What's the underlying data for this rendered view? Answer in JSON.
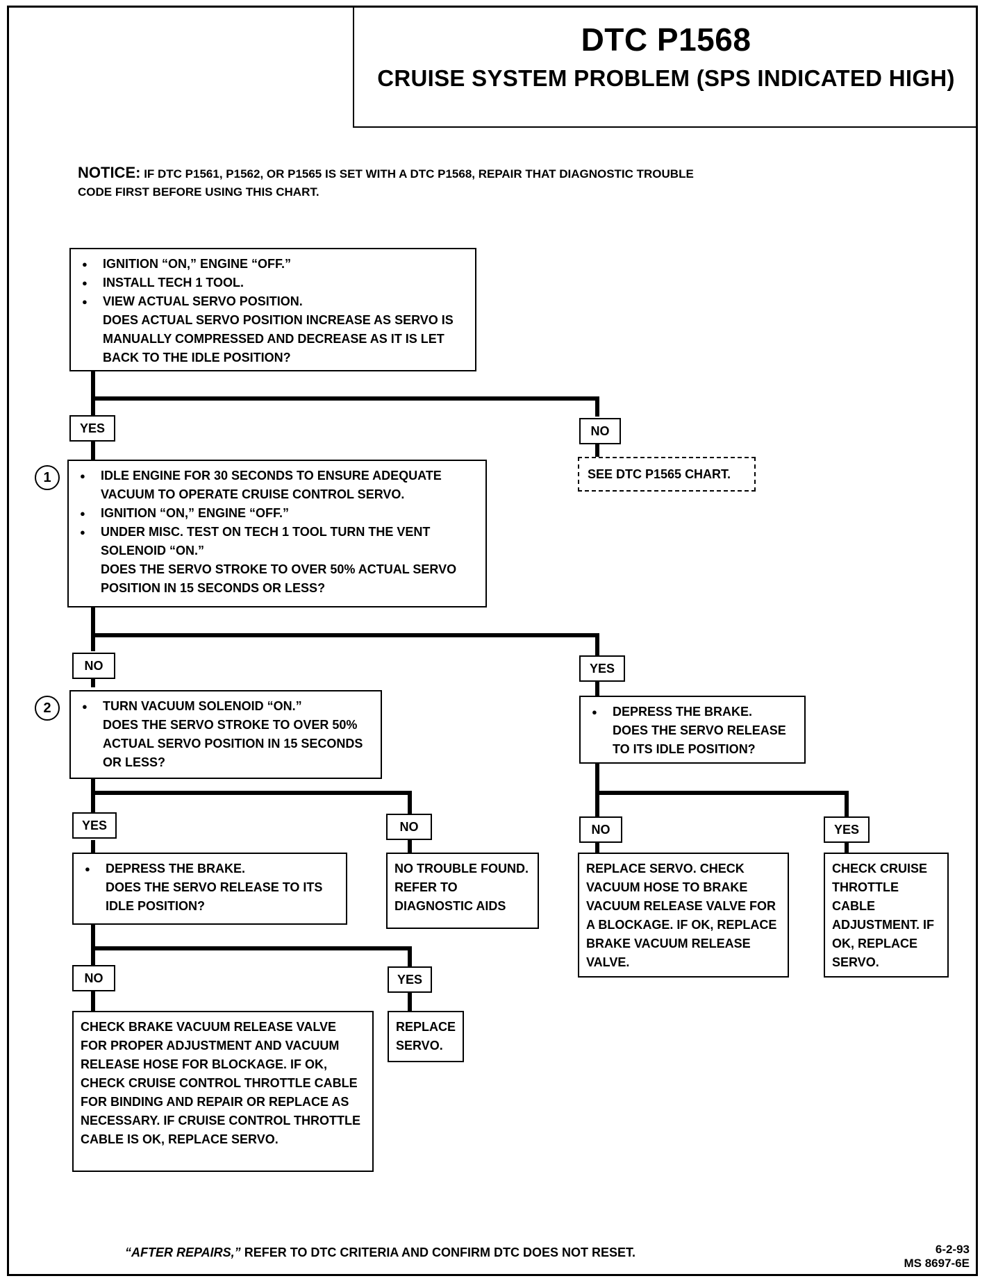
{
  "header": {
    "title": "DTC P1568",
    "subtitle": "CRUISE SYSTEM PROBLEM (SPS INDICATED HIGH)"
  },
  "notice": {
    "label": "NOTICE:",
    "text": "IF DTC P1561, P1562, OR P1565 IS SET WITH A DTC P1568, REPAIR THAT DIAGNOSTIC TROUBLE CODE FIRST BEFORE USING THIS CHART."
  },
  "steps": {
    "s0": {
      "items": [
        "IGNITION “ON,” ENGINE “OFF.”",
        "INSTALL TECH 1 TOOL.",
        "VIEW ACTUAL SERVO POSITION."
      ],
      "question": "DOES ACTUAL SERVO POSITION INCREASE AS SERVO IS MANUALLY COMPRESSED AND DECREASE AS IT IS LET BACK TO THE IDLE POSITION?"
    },
    "s1": {
      "marker": "1",
      "items": [
        "IDLE ENGINE FOR 30 SECONDS TO ENSURE ADEQUATE VACUUM TO OPERATE CRUISE CONTROL SERVO.",
        "IGNITION “ON,” ENGINE “OFF.”",
        "UNDER MISC. TEST ON TECH 1 TOOL TURN THE VENT SOLENOID “ON.”"
      ],
      "question": "DOES THE SERVO STROKE TO OVER 50% ACTUAL SERVO POSITION IN 15 SECONDS OR LESS?"
    },
    "see_p1565": "SEE DTC P1565 CHART.",
    "s2": {
      "marker": "2",
      "items": [
        "TURN VACUUM SOLENOID “ON.”"
      ],
      "question": "DOES THE SERVO STROKE TO OVER 50% ACTUAL SERVO POSITION IN 15 SECONDS OR LESS?"
    },
    "brake_right": {
      "items": [
        "DEPRESS THE BRAKE."
      ],
      "question": "DOES THE SERVO RELEASE TO ITS IDLE POSITION?"
    },
    "brake_left": {
      "items": [
        "DEPRESS THE BRAKE."
      ],
      "question": "DOES THE SERVO RELEASE TO ITS IDLE POSITION?"
    },
    "no_trouble": "NO TROUBLE FOUND.  REFER TO DIAGNOSTIC AIDS",
    "replace_servo_check": "REPLACE SERVO.  CHECK VACUUM HOSE TO BRAKE VACUUM RELEASE VALVE FOR A BLOCKAGE.  IF OK, REPLACE BRAKE VACUUM RELEASE VALVE.",
    "check_throttle": "CHECK CRUISE THROTTLE CABLE ADJUSTMENT. IF OK, REPLACE SERVO.",
    "check_brake_valve": "CHECK BRAKE VACUUM RELEASE VALVE FOR PROPER ADJUSTMENT AND VACUUM RELEASE HOSE FOR BLOCKAGE.  IF OK, CHECK CRUISE CONTROL THROTTLE CABLE FOR BINDING AND REPAIR OR REPLACE AS NECESSARY. IF CRUISE CONTROL THROTTLE CABLE IS OK, REPLACE SERVO.",
    "replace_servo": "REPLACE SERVO."
  },
  "labels": {
    "yes": "YES",
    "no": "NO"
  },
  "footer": {
    "emph": "“AFTER REPAIRS,”",
    "text": " REFER TO DTC CRITERIA  AND CONFIRM DTC DOES NOT RESET.",
    "date": "6-2-93",
    "code": "MS 8697-6E"
  }
}
